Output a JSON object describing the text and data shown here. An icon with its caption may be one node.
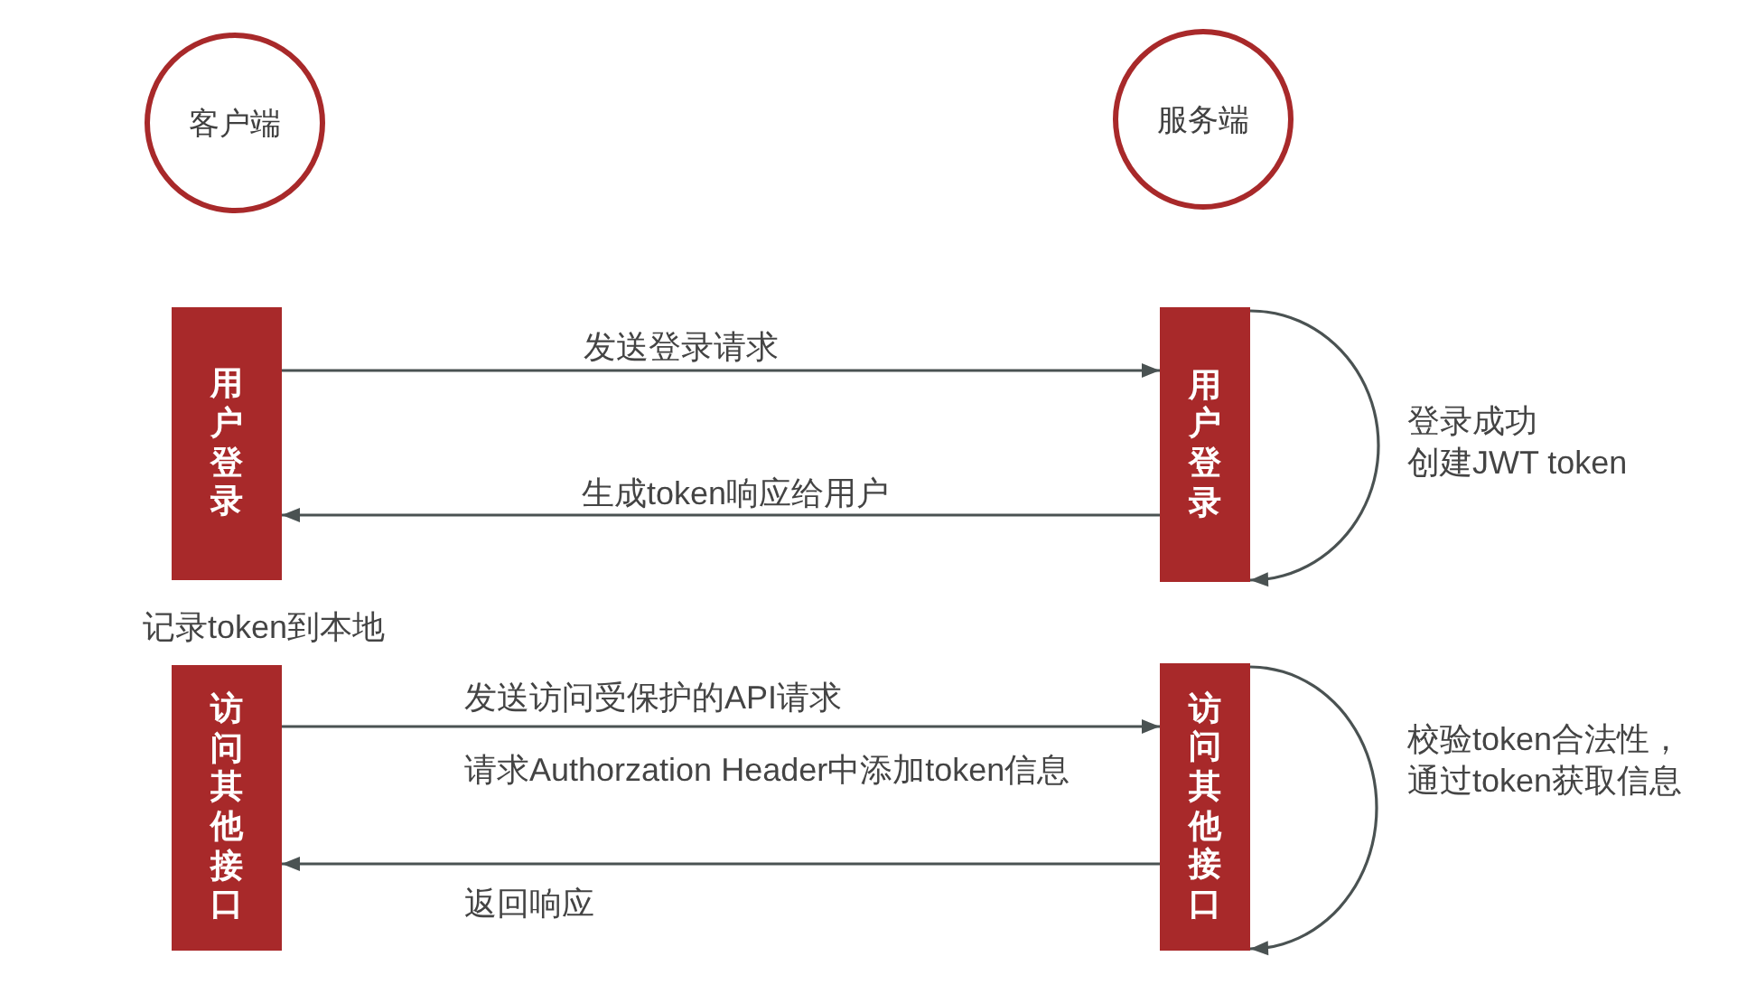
{
  "diagram": {
    "nodes": [
      {
        "text": [
          "客户端"
        ]
      },
      {
        "text": [
          "服务端"
        ]
      },
      {
        "text": [
          "用户登录"
        ],
        "beside": [
          "记录token到本地"
        ]
      },
      {
        "text": [
          "用户登录"
        ]
      },
      {
        "text": [
          "访问其他接口"
        ]
      },
      {
        "text": [
          "访问其他接口"
        ]
      }
    ],
    "edges": [
      {
        "from": 2,
        "to": 3,
        "arrow": "to",
        "label": "发送登录请求"
      },
      {
        "from": 3,
        "to": 2,
        "arrow": "to",
        "label": "生成token响应给用户"
      },
      {
        "from": 3,
        "to": 3,
        "arrow": "to",
        "label": "登录成功创建JWT token"
      },
      {
        "from": 4,
        "to": 5,
        "arrow": "to",
        "label": "发送访问受保护的API请求"
      },
      {
        "from": 5,
        "to": 4,
        "arrow": "to",
        "label": "返回响应"
      },
      {
        "from": 5,
        "to": 5,
        "arrow": "to",
        "label": "校验token合法性，通过token获取信息"
      }
    ],
    "labels": [
      "请求Authorzation Header中添加token信息"
    ]
  }
}
